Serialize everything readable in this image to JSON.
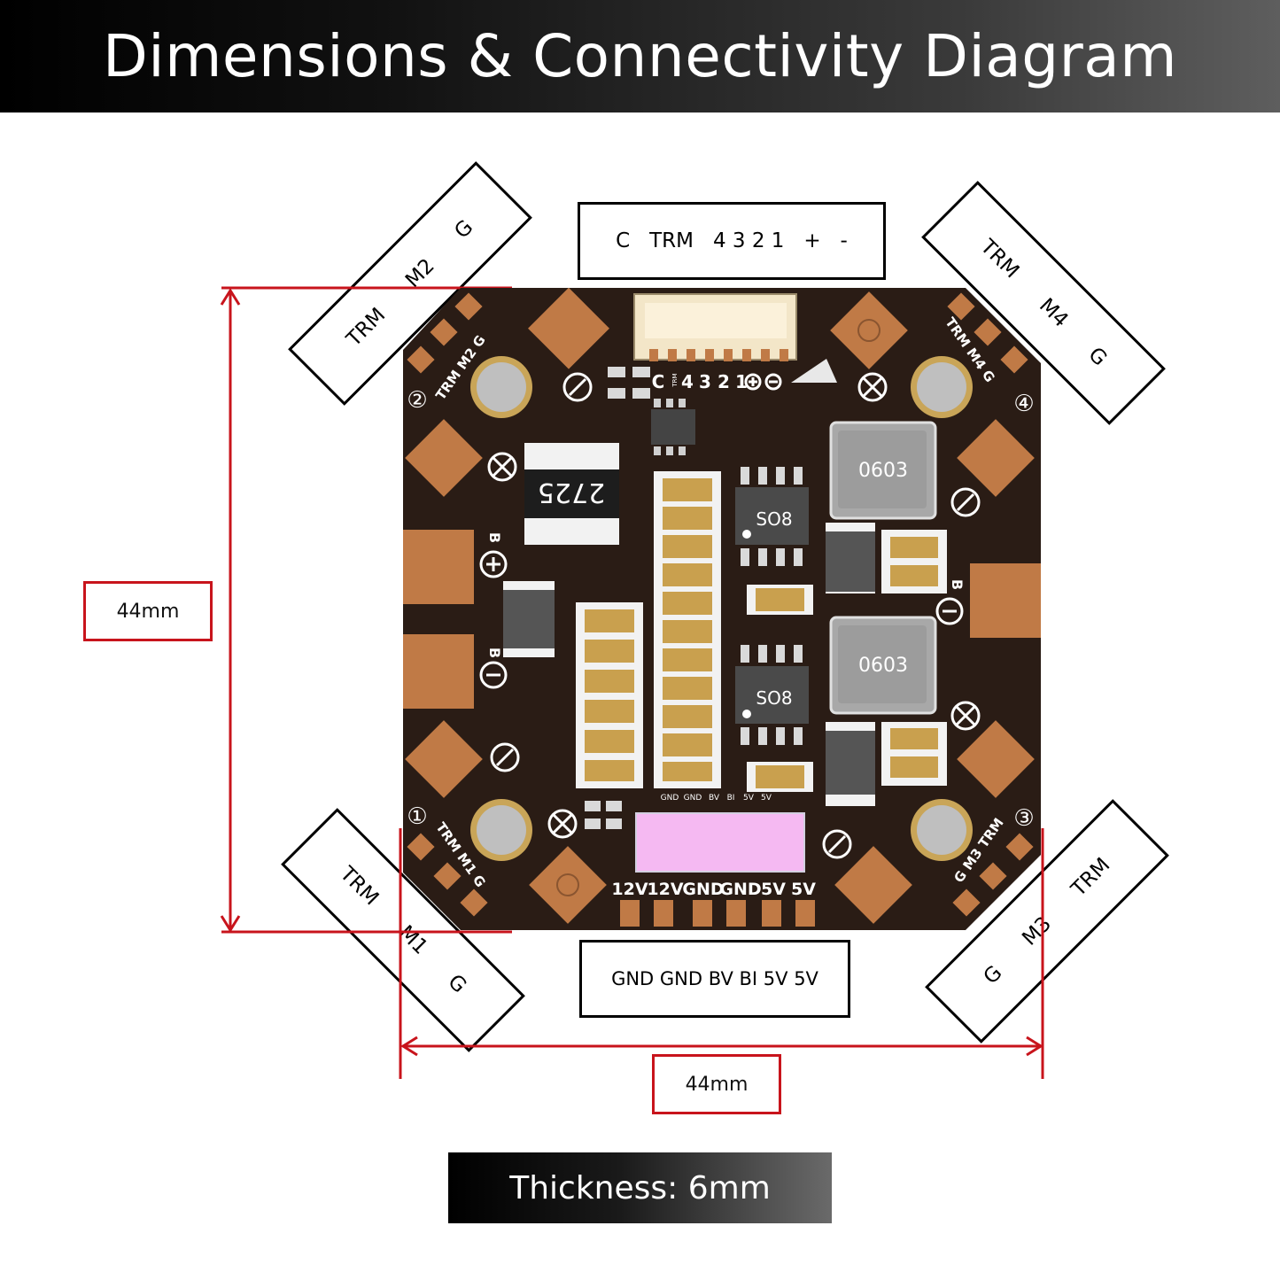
{
  "header": {
    "title": "Dimensions & Connectivity Diagram"
  },
  "connectors": {
    "top": "C   TRM   4 3 2 1   +   -",
    "bottom": "GND GND BV BI 5V 5V",
    "m2": [
      "TRM",
      "M2",
      "G"
    ],
    "m4": [
      "TRM",
      "M4",
      "G"
    ],
    "m1": [
      "TRM",
      "M1",
      "G"
    ],
    "m3": [
      "G",
      "M3",
      "TRM"
    ]
  },
  "dimensions": {
    "height": "44mm",
    "width": "44mm"
  },
  "thickness": "Thickness: 6mm",
  "board": {
    "resistor": "2725",
    "inductor_top": "0603",
    "inductor_bottom": "0603",
    "chip_top": "SO8",
    "chip_bottom": "SO8",
    "connector_silk": [
      "C",
      "4",
      "3",
      "2",
      "1"
    ],
    "trm_small": "TRM",
    "pin_labels": [
      "GND",
      "GND",
      "BV",
      "BI",
      "5V",
      "5V"
    ],
    "pad_labels": [
      "12V",
      "12V",
      "GND",
      "GND",
      "5V",
      "5V"
    ],
    "corner_labels": [
      {
        "num": "②",
        "trm": "TRM",
        "m": "M2",
        "g": "G"
      },
      {
        "num": "④",
        "trm": "TRM",
        "m": "M4",
        "g": "G"
      },
      {
        "num": "①",
        "trm": "TRM",
        "m": "M1",
        "g": "G"
      },
      {
        "num": "③",
        "trm": "TRM",
        "m": "M3",
        "g": "G"
      }
    ],
    "b_labels": [
      "B",
      "B",
      "B"
    ]
  },
  "colors": {
    "pcb": "#2a1c15",
    "copper": "#c07a46",
    "dimension": "#c8141c",
    "connector_bottom": "#f5b9f2"
  }
}
